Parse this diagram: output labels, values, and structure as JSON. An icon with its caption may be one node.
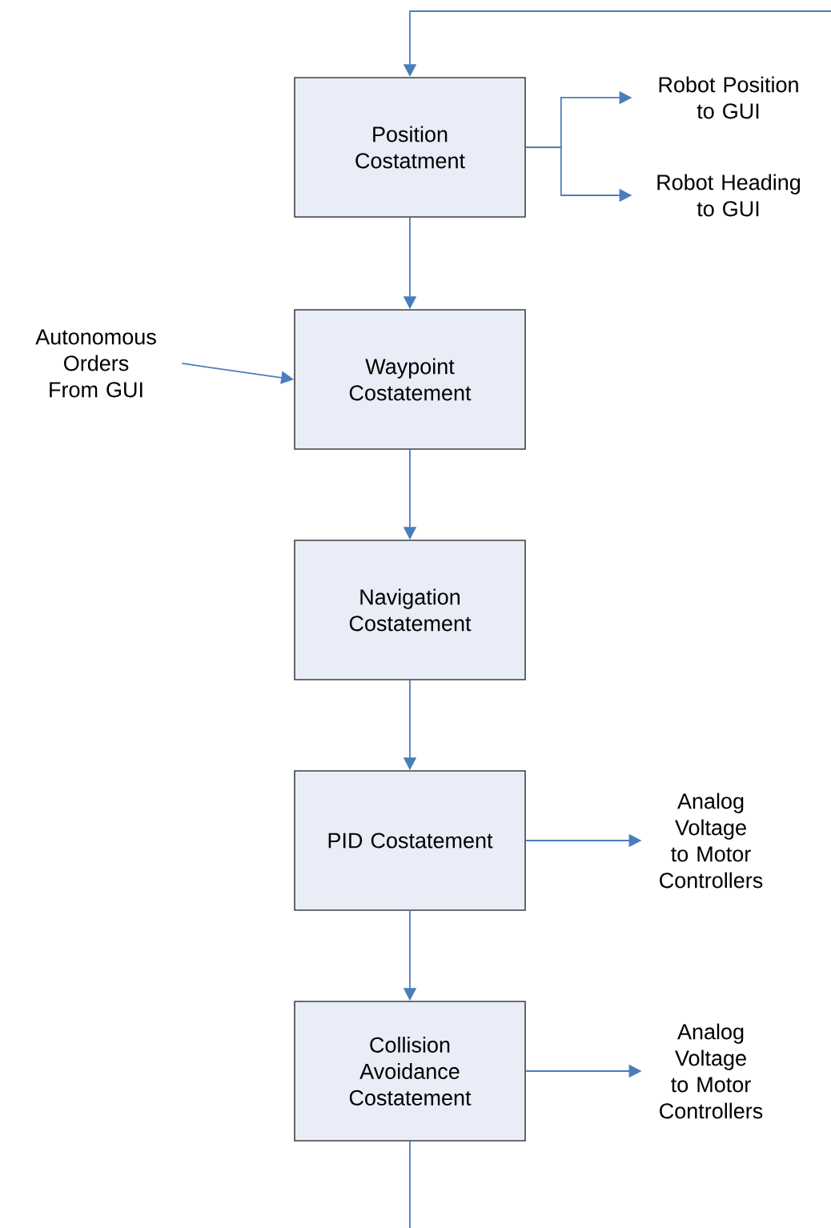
{
  "diagram": {
    "nodes": [
      {
        "text": [
          "Position Costatment"
        ]
      },
      {
        "text": [
          "Robot Position to GUI"
        ]
      },
      {
        "text": [
          "Robot Heading to GUI"
        ]
      },
      {
        "text": [
          "Autonomous Orders From GUI"
        ]
      },
      {
        "text": [
          "Waypoint Costatement"
        ]
      },
      {
        "text": [
          "Navigation Costatement"
        ]
      },
      {
        "text": [
          "PID Costatement"
        ]
      },
      {
        "text": [
          "Analog Voltage to Motor Controllers"
        ]
      },
      {
        "text": [
          "Collision Avoidance Costatement"
        ]
      },
      {
        "text": [
          "Analog Voltage to Motor Controllers"
        ]
      }
    ],
    "edges": [
      {
        "from": null,
        "to": 0,
        "arrow": "to"
      },
      {
        "from": 0,
        "to": 1,
        "arrow": "to"
      },
      {
        "from": 0,
        "to": 2,
        "arrow": "to"
      },
      {
        "from": 3,
        "to": 4,
        "arrow": "to"
      },
      {
        "from": 0,
        "to": 4,
        "arrow": "to"
      },
      {
        "from": 4,
        "to": 5,
        "arrow": "to"
      },
      {
        "from": 5,
        "to": 6,
        "arrow": "to"
      },
      {
        "from": 6,
        "to": 7,
        "arrow": "to"
      },
      {
        "from": 6,
        "to": 8,
        "arrow": "to"
      },
      {
        "from": 8,
        "to": 9,
        "arrow": "to"
      },
      {
        "from": 8,
        "to": null,
        "arrow": "none"
      }
    ]
  }
}
